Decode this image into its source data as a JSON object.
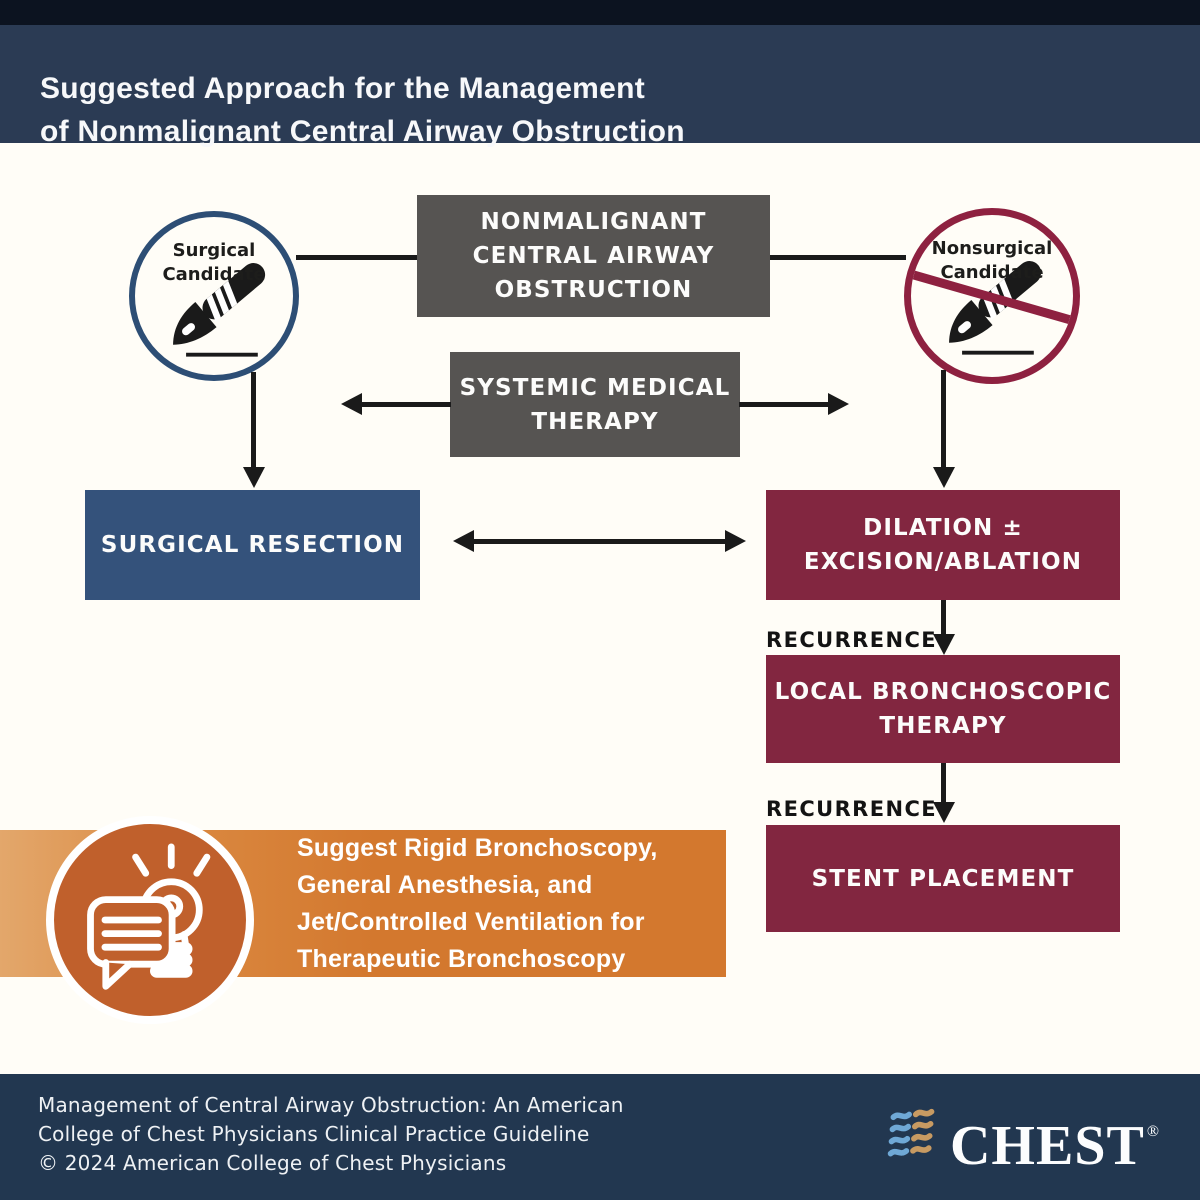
{
  "header": {
    "title_lines": [
      "Suggested Approach for the Management",
      "of Nonmalignant Central Airway Obstruction"
    ]
  },
  "flowchart": {
    "surgical_candidate": {
      "lines": [
        "Surgical",
        "Candidate"
      ],
      "icon": "scalpel-icon"
    },
    "nonsurgical_candidate": {
      "lines": [
        "Nonsurgical",
        "Candidate"
      ],
      "icon": "scalpel-no-icon"
    },
    "obstruction_box": {
      "lines": [
        "NONMALIGNANT",
        "CENTRAL AIRWAY",
        "OBSTRUCTION"
      ]
    },
    "systemic_box": {
      "lines": [
        "SYSTEMIC MEDICAL",
        "THERAPY"
      ]
    },
    "surgical_resection_box": {
      "label": "SURGICAL RESECTION"
    },
    "dilation_box": {
      "lines": [
        "DILATION ±",
        "EXCISION/ABLATION"
      ]
    },
    "local_bronchoscopic_box": {
      "lines": [
        "LOCAL BRONCHOSCOPIC",
        "THERAPY"
      ]
    },
    "stent_box": {
      "label": "STENT PLACEMENT"
    },
    "recurrence_label_1": "RECURRENCE",
    "recurrence_label_2": "RECURRENCE"
  },
  "suggestion_banner": {
    "icon": "speech-bubble-lightbulb-icon",
    "lines": [
      "Suggest Rigid Bronchoscopy,",
      "General Anesthesia, and",
      "Jet/Controlled Ventilation for",
      "Therapeutic Bronchoscopy"
    ]
  },
  "footer": {
    "citation_lines": [
      "Management of Central Airway Obstruction: An American",
      "College of Chest Physicians Clinical Practice Guideline",
      "© 2024 American College of Chest Physicians"
    ],
    "logo": {
      "text": "CHEST",
      "registered": "®",
      "icon": "chest-chevron-logo-icon"
    }
  },
  "colors": {
    "top_strip": "#0c1320",
    "header_navy": "#2b3b54",
    "background": "#fffdf7",
    "box_gray": "#565452",
    "box_blue": "#34527b",
    "box_maroon": "#822640",
    "circle_blue_ring": "#2d4e75",
    "circle_maroon_ring": "#8e2140",
    "arrow_black": "#1a1a1a",
    "banner_orange": "#d3782e",
    "banner_orange_light": "#e3a76b",
    "badge_rust": "#c0602c",
    "footer_navy": "#223750",
    "logo_blue": "#6fa8d6",
    "logo_tan": "#c79a62"
  }
}
